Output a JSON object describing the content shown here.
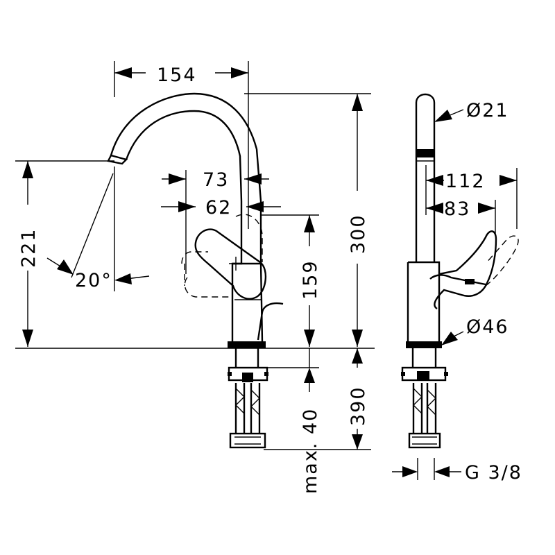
{
  "dimensions": {
    "spout_reach": "154",
    "spout_height": "221",
    "spout_angle": "20°",
    "lever_offset_a": "73",
    "lever_offset_b": "62",
    "handle_height": "159",
    "total_height": "300",
    "thread_length": "max. 40",
    "hose_length": "390",
    "spout_diameter": "Ø21",
    "lever_reach_a": "112",
    "lever_reach_b": "83",
    "body_diameter": "Ø46",
    "connection_thread": "G 3/8"
  }
}
